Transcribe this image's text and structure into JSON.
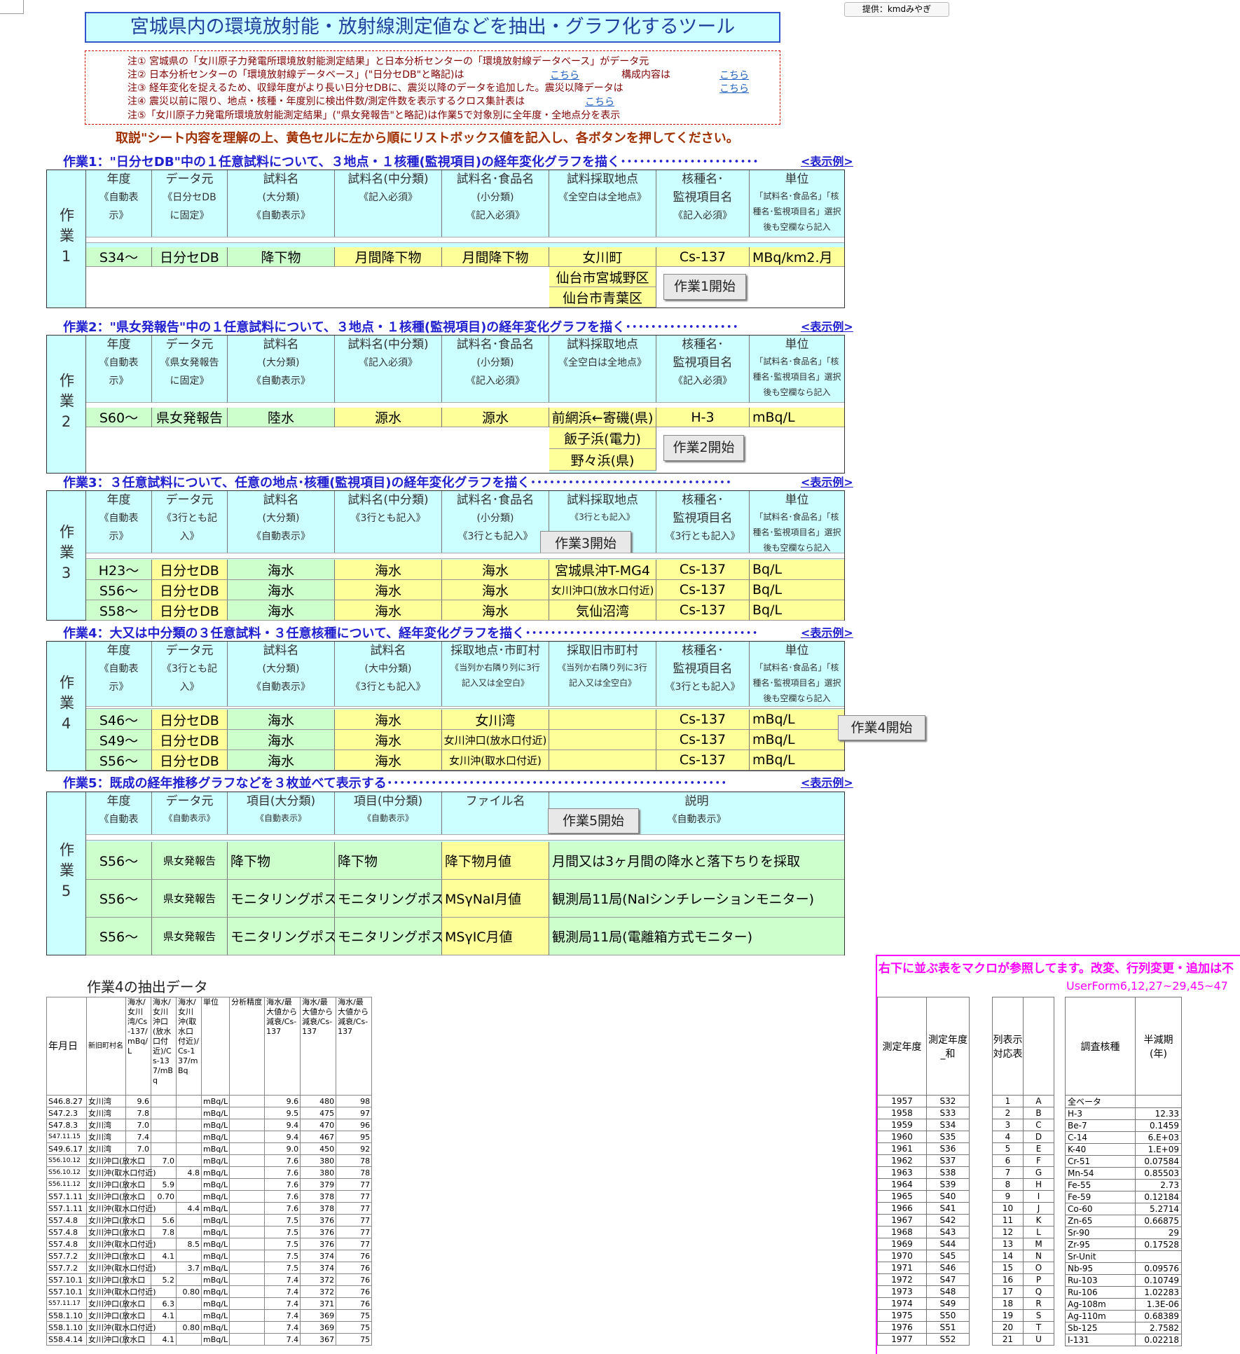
{
  "provider": "提供：kmdみやぎ",
  "title": "宮城県内の環境放射能・放射線測定値などを抽出・グラフ化するツール",
  "notes": [
    "注①  宮城県の「女川原子力発電所環境放射能測定結果」と日本分析センターの「環境放射線データベース」がデータ元",
    "注②  日本分析センターの「環境放射線データベース」(\"日分セDB\"と略記)は",
    "注③  経年変化を捉えるため、収録年度がより長い日分セDBに、震災以降のデータを追加した。震災以降データは",
    "注④  震災以前に限り、地点・核種・年度別に検出件数/測定件数を表示するクロス集計表は",
    "注⑤「女川原子力発電所環境放射能測定結果」(\"県女発報告\"と略記)は作業5で対象別に全年度・全地点分を表示"
  ],
  "note_links": {
    "kochira": "こちら",
    "kosei": "構成内容は"
  },
  "instruction": "取説\"シート内容を理解の上、黄色セルに左から順にリストボックス値を記入し、各ボタンを押してください。",
  "example_link": "<表示例>",
  "tasks": [
    {
      "header": "作業1：\"日分セDB\"中の１任意試料について、３地点・１核種(監視項目)の経年変化グラフを描く･･････････････････････",
      "label": "作業1",
      "cols": [
        [
          "年度",
          "《自動表",
          "示》"
        ],
        [
          "データ元",
          "《日分セDB",
          "に固定》"
        ],
        [
          "試料名",
          "(大分類)",
          "《自動表示》"
        ],
        [
          "試料名(中分類)",
          "",
          "《記入必須》"
        ],
        [
          "試料名･食品名",
          "(小分類)",
          "《記入必須》"
        ],
        [
          "試料採取地点",
          "",
          "《全空白は全地点》"
        ],
        [
          "核種名･",
          "監視項目名",
          "《記入必須》"
        ],
        [
          "単位",
          "「試料名･食品名」「核",
          "種名･監視項目名」選択",
          "後も空欄なら記入"
        ]
      ],
      "rows": [
        [
          "S34〜",
          "日分セDB",
          "降下物",
          "月間降下物",
          "月間降下物",
          "女川町",
          "Cs-137",
          "MBq/km2.月"
        ]
      ],
      "extra_points": [
        "仙台市宮城野区",
        "仙台市青葉区"
      ],
      "button": "作業1開始"
    },
    {
      "header": "作業2：\"県女発報告\"中の１任意試料について、３地点・１核種(監視項目)の経年変化グラフを描く･･････････････････",
      "label": "作業2",
      "cols": [
        [
          "年度",
          "《自動表",
          "示》"
        ],
        [
          "データ元",
          "《県女発報告",
          "に固定》"
        ],
        [
          "試料名",
          "(大分類)",
          "《自動表示》"
        ],
        [
          "試料名(中分類)",
          "",
          "《記入必須》"
        ],
        [
          "試料名･食品名",
          "(小分類)",
          "《記入必須》"
        ],
        [
          "試料採取地点",
          "",
          "《全空白は全地点》"
        ],
        [
          "核種名･",
          "監視項目名",
          "《記入必須》"
        ],
        [
          "単位",
          "「試料名･食品名」「核",
          "種名･監視項目名」選択",
          "後も空欄なら記入"
        ]
      ],
      "rows": [
        [
          "S60〜",
          "県女発報告",
          "陸水",
          "源水",
          "源水",
          "前網浜←寄磯(県)",
          "H-3",
          "mBq/L"
        ]
      ],
      "extra_points": [
        "飯子浜(電力)",
        "野々浜(県)"
      ],
      "button": "作業2開始"
    },
    {
      "header": "作業3：３任意試料について、任意の地点･核種(監視項目)の経年変化グラフを描く････････････････････････････････",
      "label": "作業3",
      "cols": [
        [
          "年度",
          "《自動表",
          "示》"
        ],
        [
          "データ元",
          "《3行とも記",
          "入》"
        ],
        [
          "試料名",
          "(大分類)",
          "《自動表示》"
        ],
        [
          "試料名(中分類)",
          "",
          "《3行とも記入》"
        ],
        [
          "試料名･食品名",
          "(小分類)",
          "《3行とも記入》"
        ],
        [
          "試料採取地点",
          "《3行とも記入》",
          ""
        ],
        [
          "核種名･",
          "監視項目名",
          "《3行とも記入》"
        ],
        [
          "単位",
          "「試料名･食品名」「核",
          "種名･監視項目名」選択",
          "後も空欄なら記入"
        ]
      ],
      "rows": [
        [
          "H23〜",
          "日分セDB",
          "海水",
          "海水",
          "海水",
          "宮城県沖T-MG4",
          "Cs-137",
          "Bq/L"
        ],
        [
          "S56〜",
          "日分セDB",
          "海水",
          "海水",
          "海水",
          "女川沖口(放水口付近)",
          "Cs-137",
          "Bq/L"
        ],
        [
          "S58〜",
          "日分セDB",
          "海水",
          "海水",
          "海水",
          "気仙沼湾",
          "Cs-137",
          "Bq/L"
        ]
      ],
      "button": "作業3開始"
    },
    {
      "header": "作業4：大又は中分類の３任意試料・３任意核種について、経年変化グラフを描く･････････････････････････････････････",
      "label": "作業4",
      "cols": [
        [
          "年度",
          "《自動表",
          "示》"
        ],
        [
          "データ元",
          "《3行とも記",
          "入》"
        ],
        [
          "試料名",
          "(大分類)",
          "《自動表示》"
        ],
        [
          "試料名",
          "(大中分類)",
          "《3行とも記入》"
        ],
        [
          "採取地点･市町村",
          "《当列か右隣り列に3行",
          "記入又は全空白》"
        ],
        [
          "採取旧市町村",
          "《当列か右隣り列に3行",
          "記入又は全空白》"
        ],
        [
          "核種名･",
          "監視項目名",
          "《3行とも記入》"
        ],
        [
          "単位",
          "「試料名･食品名」「核",
          "種名･監視項目名」選択",
          "後も空欄なら記入"
        ]
      ],
      "rows": [
        [
          "S46〜",
          "日分セDB",
          "海水",
          "海水",
          "女川湾",
          "",
          "Cs-137",
          "mBq/L"
        ],
        [
          "S49〜",
          "日分セDB",
          "海水",
          "海水",
          "女川沖口(放水口付近)",
          "",
          "Cs-137",
          "mBq/L"
        ],
        [
          "S56〜",
          "日分セDB",
          "海水",
          "海水",
          "女川沖(取水口付近)",
          "",
          "Cs-137",
          "mBq/L"
        ]
      ],
      "button": "作業4開始"
    },
    {
      "header": "作業5：既成の経年推移グラフなどを３枚並べて表示する･･････････････････････････････････････････････････････",
      "label": "作業5",
      "cols": [
        [
          "年度",
          "《自動表"
        ],
        [
          "データ元",
          "《自動表示》"
        ],
        [
          "項目(大分類)",
          "《自動表示》"
        ],
        [
          "項目(中分類)",
          "《自動表示》"
        ],
        [
          "ファイル名",
          ""
        ],
        [
          "説明",
          "《自動表示》"
        ]
      ],
      "rows": [
        [
          "S56〜",
          "県女発報告",
          "降下物",
          "降下物",
          "降下物月値",
          "月間又は3ヶ月間の降水と落下ちりを採取"
        ],
        [
          "S56〜",
          "県女発報告",
          "モニタリングポス",
          "モニタリングポス",
          "MSγNaI月値",
          "観測局11局(NaIシンチレーションモニター)"
        ],
        [
          "S56〜",
          "県女発報告",
          "モニタリングポス",
          "モニタリングポス",
          "MSγIC月値",
          "観測局11局(電離箱方式モニター)"
        ]
      ],
      "button": "作業5開始"
    }
  ],
  "extract": {
    "title": "作業4の抽出データ",
    "headers": [
      "年月日",
      "新旧町村名",
      "海水/女川湾/Cs-137/mBq/L",
      "海水/女川沖口(放水口付近)/Cs-137/mBq",
      "海水/女川沖(取水口付近)/Cs-137/mBq",
      "単位",
      "分析精度",
      "海水/最大値から減衰/Cs-137",
      "海水/最大値から減衰/Cs-137",
      "海水/最大値から減衰/Cs-137"
    ],
    "rows": [
      [
        "S46.8.27",
        "女川湾",
        "9.6",
        "",
        "",
        "mBq/L",
        "",
        "9.6",
        "480",
        "98"
      ],
      [
        "S47.2.3",
        "女川湾",
        "7.8",
        "",
        "",
        "mBq/L",
        "",
        "9.5",
        "475",
        "97"
      ],
      [
        "S47.8.3",
        "女川湾",
        "7.0",
        "",
        "",
        "mBq/L",
        "",
        "9.4",
        "470",
        "96"
      ],
      [
        "S47.11.15",
        "女川湾",
        "7.4",
        "",
        "",
        "mBq/L",
        "",
        "9.4",
        "467",
        "95"
      ],
      [
        "S49.6.17",
        "女川湾",
        "7.0",
        "",
        "",
        "mBq/L",
        "",
        "9.0",
        "450",
        "92"
      ],
      [
        "S56.10.12",
        "女川沖口(放水口",
        "",
        "7.0",
        "",
        "mBq/L",
        "",
        "7.6",
        "380",
        "78"
      ],
      [
        "S56.10.12",
        "女川沖(取水口付近)",
        "",
        "",
        "4.8",
        "mBq/L",
        "",
        "7.6",
        "380",
        "78"
      ],
      [
        "S56.11.12",
        "女川沖口(放水口",
        "",
        "5.9",
        "",
        "mBq/L",
        "",
        "7.6",
        "379",
        "77"
      ],
      [
        "S57.1.11",
        "女川沖口(放水口",
        "",
        "0.70",
        "",
        "mBq/L",
        "",
        "7.6",
        "378",
        "77"
      ],
      [
        "S57.1.11",
        "女川沖(取水口付近)",
        "",
        "",
        "4.4",
        "mBq/L",
        "",
        "7.6",
        "378",
        "77"
      ],
      [
        "S57.4.8",
        "女川沖口(放水口",
        "",
        "5.6",
        "",
        "mBq/L",
        "",
        "7.5",
        "376",
        "77"
      ],
      [
        "S57.4.8",
        "女川沖口(放水口",
        "",
        "7.8",
        "",
        "mBq/L",
        "",
        "7.5",
        "376",
        "77"
      ],
      [
        "S57.4.8",
        "女川沖(取水口付近)",
        "",
        "",
        "8.5",
        "mBq/L",
        "",
        "7.5",
        "376",
        "77"
      ],
      [
        "S57.7.2",
        "女川沖口(放水口",
        "",
        "4.1",
        "",
        "mBq/L",
        "",
        "7.5",
        "374",
        "76"
      ],
      [
        "S57.7.2",
        "女川沖(取水口付近)",
        "",
        "",
        "3.7",
        "mBq/L",
        "",
        "7.5",
        "374",
        "76"
      ],
      [
        "S57.10.1",
        "女川沖口(放水口",
        "",
        "5.2",
        "",
        "mBq/L",
        "",
        "7.4",
        "372",
        "76"
      ],
      [
        "S57.10.1",
        "女川沖(取水口付近)",
        "",
        "",
        "0.80",
        "mBq/L",
        "",
        "7.4",
        "372",
        "76"
      ],
      [
        "S57.11.17",
        "女川沖口(放水口",
        "",
        "6.3",
        "",
        "mBq/L",
        "",
        "7.4",
        "371",
        "76"
      ],
      [
        "S58.1.10",
        "女川沖口(放水口",
        "",
        "4.1",
        "",
        "mBq/L",
        "",
        "7.4",
        "369",
        "75"
      ],
      [
        "S58.1.10",
        "女川沖(取水口付近)",
        "",
        "",
        "0.80",
        "mBq/L",
        "",
        "7.4",
        "369",
        "75"
      ],
      [
        "S58.4.14",
        "女川沖口(放水口",
        "",
        "4.1",
        "",
        "mBq/L",
        "",
        "7.4",
        "367",
        "75"
      ]
    ]
  },
  "macro_notice": "右下に並ぶ表をマクロが参照してます。改変、行列変更・追加は不",
  "macro_forms": "UserForm6,12,27~29,45~47",
  "ref": {
    "headers": [
      "測定年度",
      "測定年度_和",
      "列表示対応表",
      "",
      "調査核種",
      "半減期(年)"
    ],
    "rows": [
      [
        "1957",
        "S32",
        "1",
        "A",
        "全ベータ",
        ""
      ],
      [
        "1958",
        "S33",
        "2",
        "B",
        "H-3",
        "12.33"
      ],
      [
        "1959",
        "S34",
        "3",
        "C",
        "Be-7",
        "0.1459"
      ],
      [
        "1960",
        "S35",
        "4",
        "D",
        "C-14",
        "6.E+03"
      ],
      [
        "1961",
        "S36",
        "5",
        "E",
        "K-40",
        "1.E+09"
      ],
      [
        "1962",
        "S37",
        "6",
        "F",
        "Cr-51",
        "0.07584"
      ],
      [
        "1963",
        "S38",
        "7",
        "G",
        "Mn-54",
        "0.85503"
      ],
      [
        "1964",
        "S39",
        "8",
        "H",
        "Fe-55",
        "2.73"
      ],
      [
        "1965",
        "S40",
        "9",
        "I",
        "Fe-59",
        "0.12184"
      ],
      [
        "1966",
        "S41",
        "10",
        "J",
        "Co-60",
        "5.2714"
      ],
      [
        "1967",
        "S42",
        "11",
        "K",
        "Zn-65",
        "0.66875"
      ],
      [
        "1968",
        "S43",
        "12",
        "L",
        "Sr-90",
        "29"
      ],
      [
        "1969",
        "S44",
        "13",
        "M",
        "Zr-95",
        "0.17528"
      ],
      [
        "1970",
        "S45",
        "14",
        "N",
        "Sr-Unit",
        ""
      ],
      [
        "1971",
        "S46",
        "15",
        "O",
        "Nb-95",
        "0.09576"
      ],
      [
        "1972",
        "S47",
        "16",
        "P",
        "Ru-103",
        "0.10749"
      ],
      [
        "1973",
        "S48",
        "17",
        "Q",
        "Ru-106",
        "1.02283"
      ],
      [
        "1974",
        "S49",
        "18",
        "R",
        "Ag-108m",
        "1.3E-06"
      ],
      [
        "1975",
        "S50",
        "19",
        "S",
        "Ag-110m",
        "0.68389"
      ],
      [
        "1976",
        "S51",
        "20",
        "T",
        "Sb-125",
        "2.7582"
      ],
      [
        "1977",
        "S52",
        "21",
        "U",
        "I-131",
        "0.02218"
      ]
    ]
  }
}
